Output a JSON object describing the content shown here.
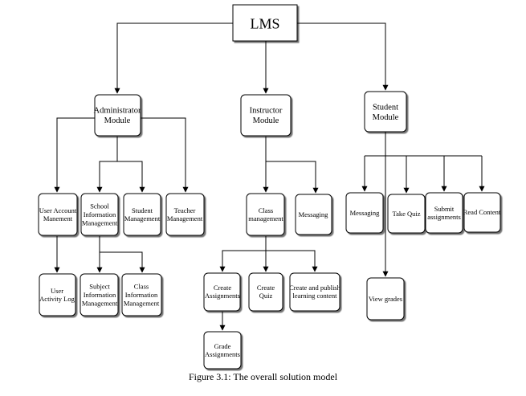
{
  "diagram": {
    "root": "LMS",
    "administrator_module": {
      "title": [
        "Administrator",
        "Module"
      ],
      "user_account_management": [
        "User Account",
        "Manement"
      ],
      "school_information_management": [
        "School",
        "Information",
        "Management"
      ],
      "student_management": [
        "Student",
        "Management"
      ],
      "teacher_management": [
        "Teacher",
        "Management"
      ],
      "user_activity_log": [
        "User",
        "Activity Log"
      ],
      "subject_information_management": [
        "Subject",
        "Information",
        "Management"
      ],
      "class_information_management": [
        "Class",
        "Information",
        "Management"
      ]
    },
    "instructor_module": {
      "title": [
        "Instructor",
        "Module"
      ],
      "class_management": [
        "Class",
        "management"
      ],
      "messaging": [
        "Messaging"
      ],
      "create_assignments": [
        "Create",
        "Assignments"
      ],
      "create_quiz": [
        "Create",
        "Quiz"
      ],
      "create_and_publish_learning_content": [
        "Create and publish",
        "learning content"
      ],
      "grade_assignments": [
        "Grade",
        "Assignments"
      ]
    },
    "student_module": {
      "title": [
        "Student",
        "Module"
      ],
      "messaging": [
        "Messaging"
      ],
      "take_quiz": [
        "Take Quiz"
      ],
      "submit_assignments": [
        "Submit",
        "assignments"
      ],
      "read_content": [
        "Read Content"
      ],
      "view_grades": [
        "View grades"
      ]
    }
  },
  "caption": "Figure 3.1: The overall solution model"
}
